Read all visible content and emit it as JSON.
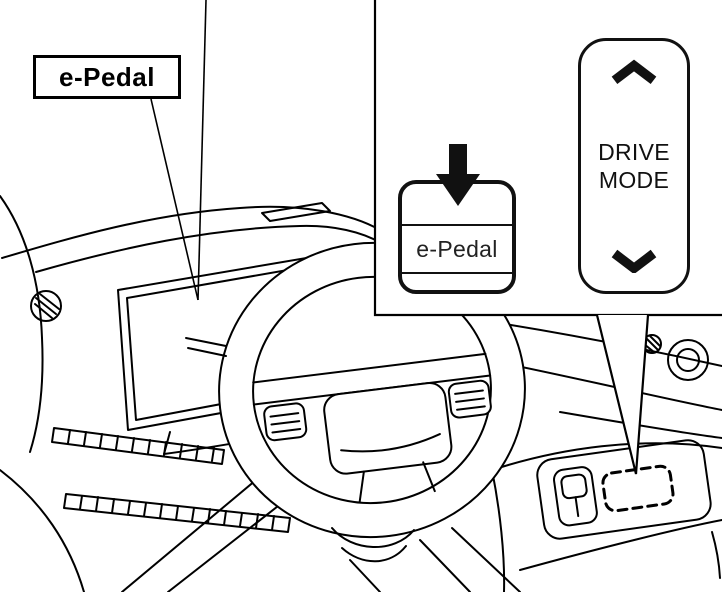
{
  "colors": {
    "background": "#ffffff",
    "line": "#000000"
  },
  "callout_label": {
    "text": "e-Pedal"
  },
  "epedal_button": {
    "label": "e-Pedal",
    "icon": "down-arrow"
  },
  "drive_mode_switch": {
    "line1": "DRIVE",
    "line2": "MODE",
    "icon_top": "chevron-up",
    "icon_bottom": "chevron-down"
  },
  "pointer_target": {
    "style": "dashed-outline"
  }
}
